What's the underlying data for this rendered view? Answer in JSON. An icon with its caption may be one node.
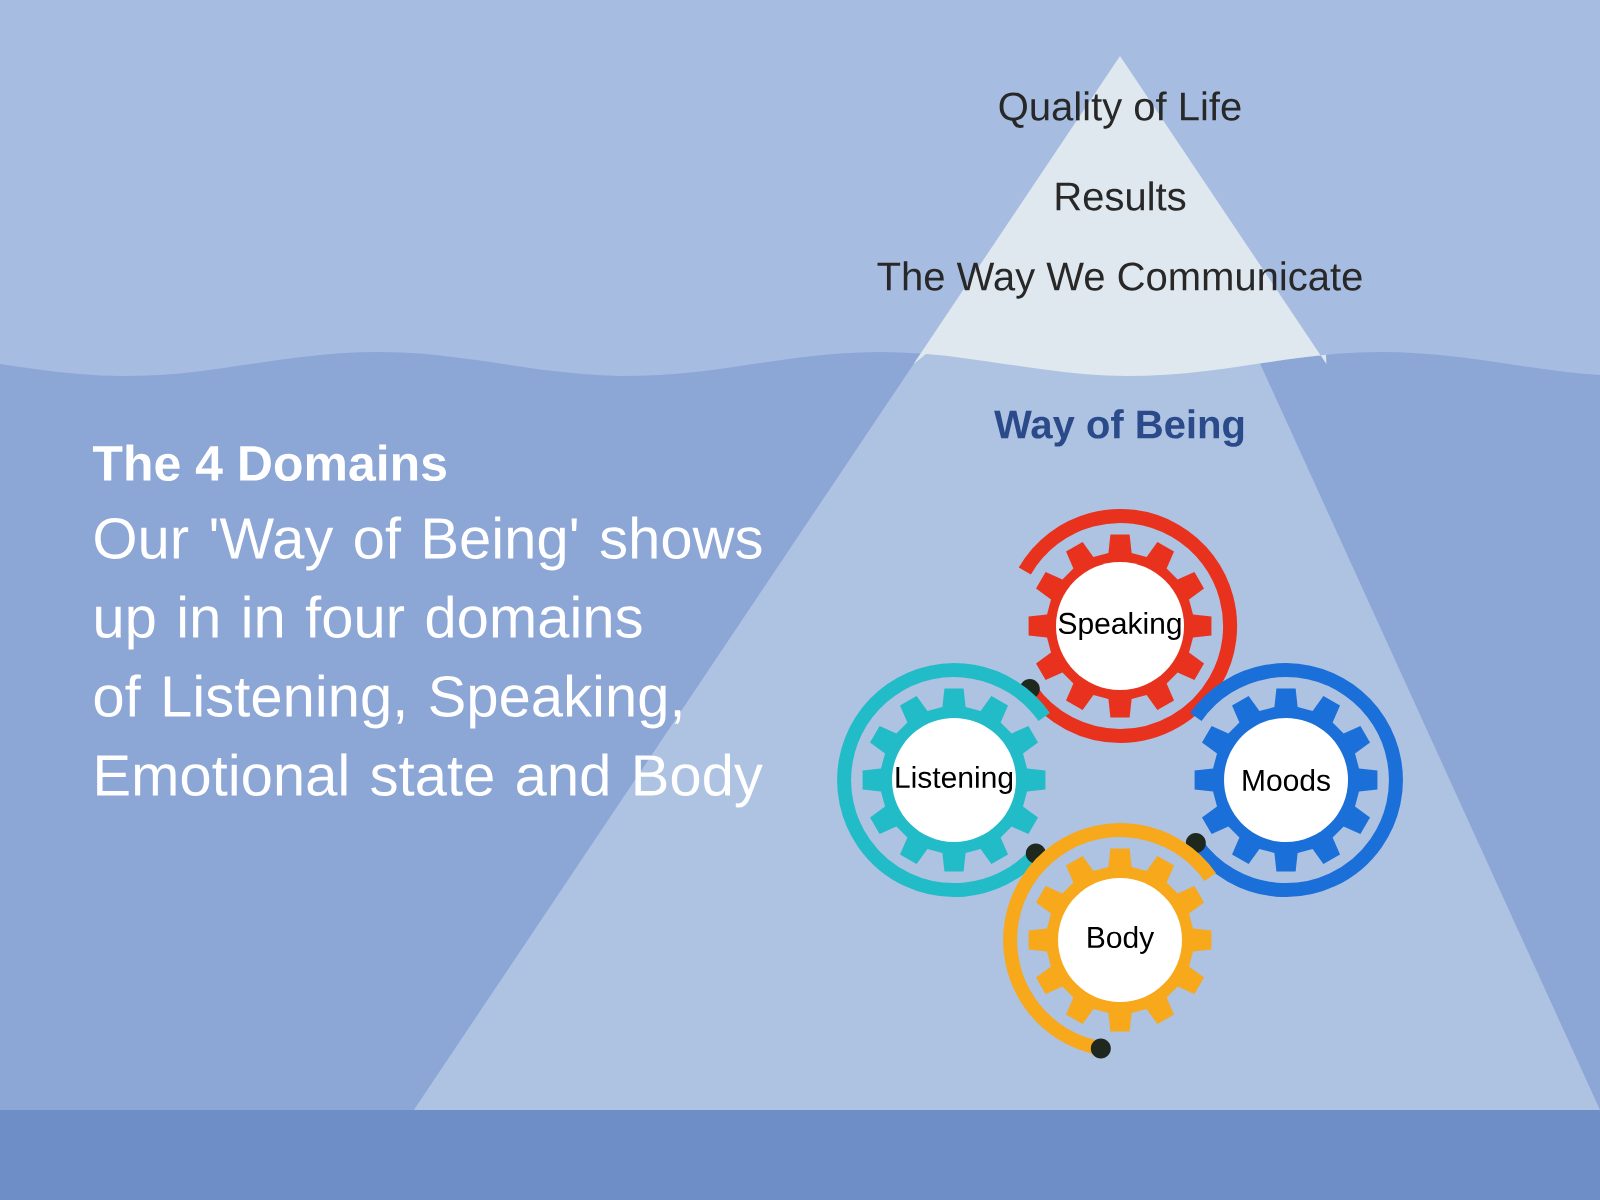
{
  "diagram": {
    "title": "The 4 Domains",
    "nodes": [
      {
        "text": [
          "Speaking"
        ]
      },
      {
        "text": [
          "Listening"
        ]
      },
      {
        "text": [
          "Moods"
        ]
      },
      {
        "text": [
          "Body"
        ]
      }
    ],
    "labels": [
      "Quality of Life",
      "Results",
      "The Way We Communicate",
      "Way of Being",
      "Our 'Way of Being' shows up in in four domains of  Listening, Speaking, Emotional state and Body"
    ]
  }
}
